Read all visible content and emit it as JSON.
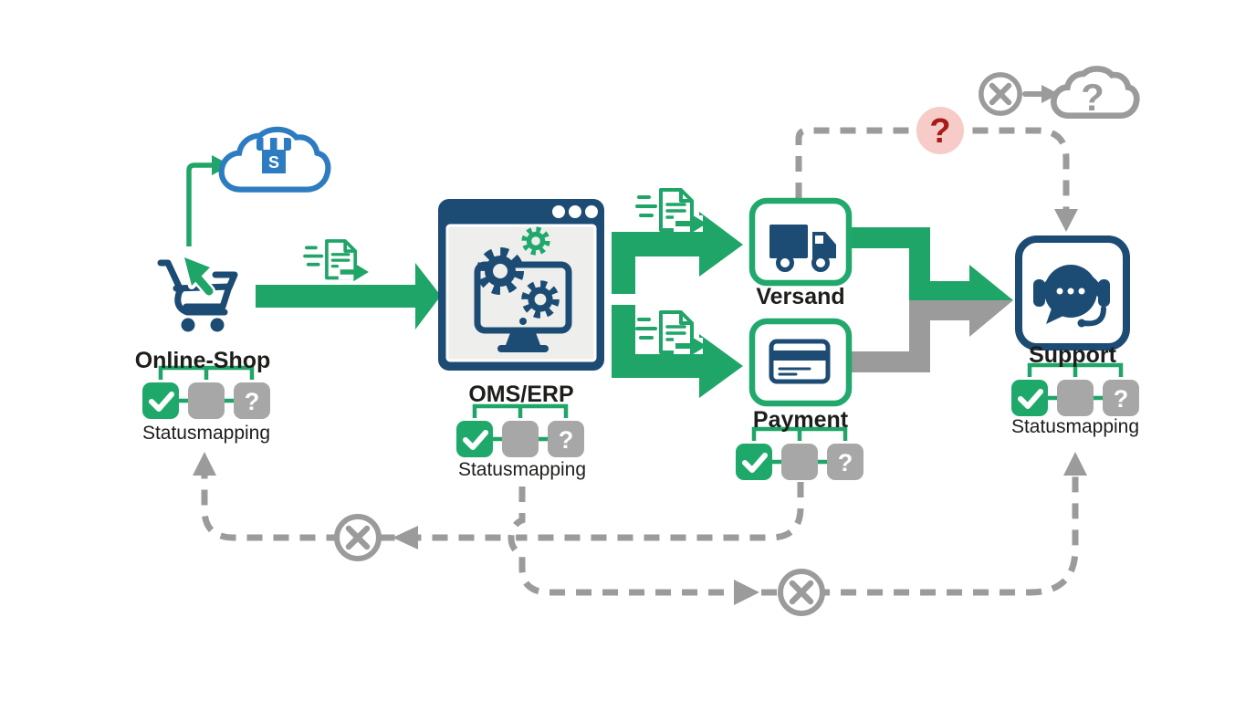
{
  "colors": {
    "green": "#1FA567",
    "dark_blue": "#1C4B74",
    "bright_blue": "#2D7CC1",
    "gray": "#9B9B9B",
    "panel_gray": "#EEEEEC",
    "status_square_gray": "#A7A7A7",
    "error_pink": "#F6CBC8",
    "error_red": "#A81B18",
    "text": "#1D1D1B"
  },
  "labels": {
    "statusmapping": "Statusmapping"
  },
  "nodes": {
    "online_shop": {
      "label": "Online-Shop"
    },
    "oms_erp": {
      "label": "OMS/ERP"
    },
    "versand": {
      "label": "Versand"
    },
    "payment": {
      "label": "Payment"
    },
    "support": {
      "label": "Support"
    }
  },
  "glyphs": {
    "shop_initial": "S",
    "status_unknown": "?",
    "cloud_question": "?",
    "error_question": "?"
  }
}
